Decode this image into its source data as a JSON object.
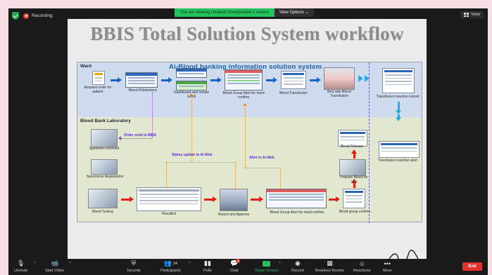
{
  "top_bar": {
    "recording_label": "Recording",
    "viewing_banner": "You are viewing chutarat chueyjundee`s screen",
    "view_options_label": "View Options",
    "view_button_label": "View"
  },
  "slide": {
    "title": "BBIS Total Solution System  workflow",
    "diagram_title": "Ai-Blood banking information solution system",
    "ward_label": "Ward",
    "lab_label": "Blood Bank Laboratory",
    "ward_steps": [
      "Request order for patient",
      "Blood Phlebotomy",
      "Dashboard and review result",
      "Blood Group Alert for need confirm",
      "Blood Transfusion",
      "Bed side Blood Transfusion",
      "Transfusion reaction record"
    ],
    "lab_steps": {
      "specimen_received": "Specimen received",
      "specimens_registration": "Specimens Registration",
      "blood_testing": "Blood Testing",
      "resulted": "Resulted",
      "report_and_approve": "Report and Approve",
      "blood_group_alert": "Blood Group Alert for need confirm",
      "blood_group_confirm": "Blood group confirm",
      "prepare_blood": "Prepare Blood for use",
      "blood_release": "Blood Release",
      "transfusion_reaction_alert": "Transfusion reaction alert"
    },
    "flows": {
      "order_send": "Order send to BBIS",
      "status_update": "Status update to Ai-Web",
      "alert": "Alert to Ai-Web"
    }
  },
  "toolbar": {
    "unmute": "Unmute",
    "start_video": "Start Video",
    "security": "Security",
    "participants": "Participants",
    "participants_count": "34",
    "polls": "Polls",
    "chat": "Chat",
    "chat_badge": "1",
    "share_screen": "Share Screen",
    "record": "Record",
    "breakout_rooms": "Breakout Rooms",
    "reactions": "Reactions",
    "more": "More",
    "end": "End"
  },
  "colors": {
    "share_green": "#23c45e",
    "end_red": "#e0312b",
    "flow_blue": "#1764c8",
    "flow_red": "#e0201c",
    "dotted_orange": "#f08a12"
  }
}
